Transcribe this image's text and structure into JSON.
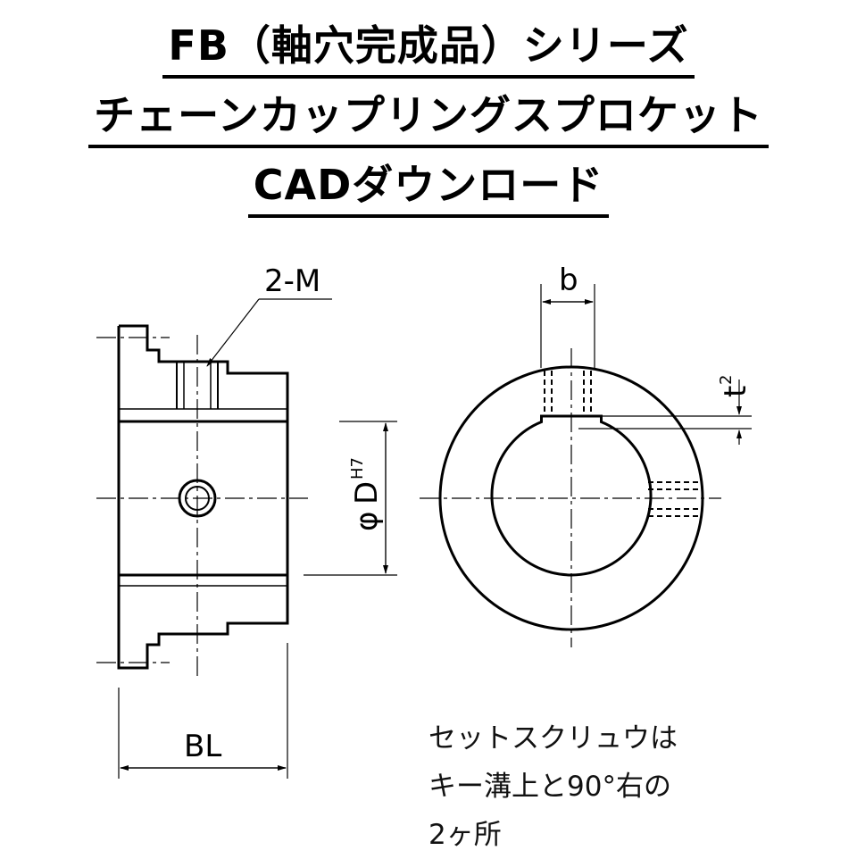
{
  "title": {
    "line1": "FB（軸穴完成品）シリーズ",
    "line2": "チェーンカップリングスプロケット",
    "line3": "CADダウンロード"
  },
  "labels": {
    "screw": "2-M",
    "key_width": "b",
    "key_depth": "t",
    "key_depth_sup": "2",
    "bore_prefix": "φ",
    "bore": "D",
    "bore_sup": "H7",
    "length": "BL"
  },
  "note": {
    "line1": "セットスクリュウは",
    "line2": "キー溝上と90°右の",
    "line3": "2ヶ所"
  }
}
